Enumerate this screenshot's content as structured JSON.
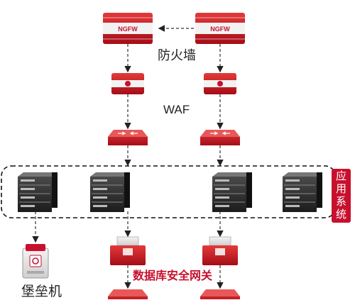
{
  "labels": {
    "firewall": "防火墙",
    "waf": "WAF",
    "app_system": "应用系统",
    "bastion": "堡垒机",
    "db_gateway": "数据库安全网关",
    "ngfw_badge": "NGFW"
  },
  "colors": {
    "accent_red": "#c8102e",
    "server_dark": "#2b2b2b",
    "line": "#333333"
  },
  "icons": [
    "ngfw-appliance-icon",
    "waf-appliance-icon",
    "router-icon",
    "rack-server-icon",
    "bastion-host-icon",
    "db-gateway-appliance-icon"
  ]
}
